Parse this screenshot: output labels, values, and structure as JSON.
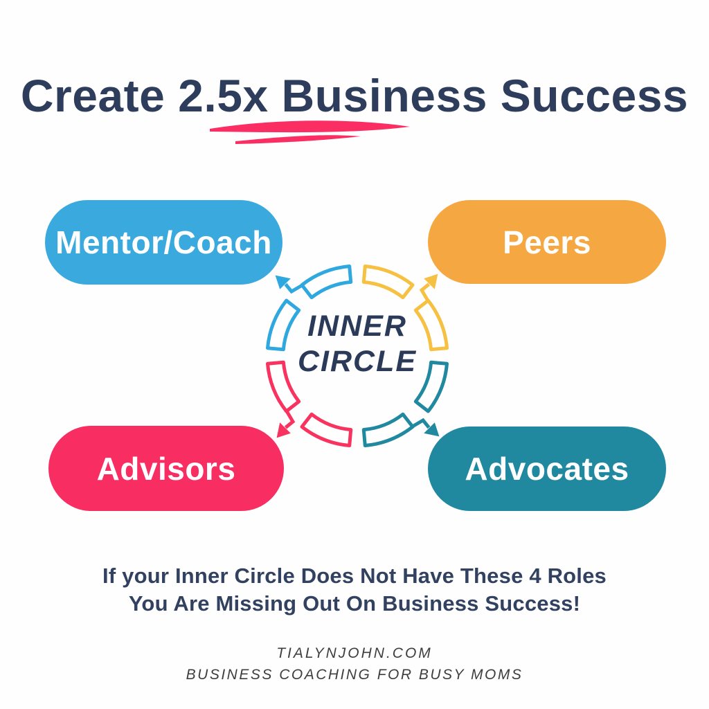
{
  "title": "Create 2.5x Business Success",
  "hub": {
    "line1": "INNER",
    "line2": "CIRCLE"
  },
  "roles": [
    {
      "label": "Mentor/Coach",
      "color": "#3AA9DE",
      "position": "top-left"
    },
    {
      "label": "Peers",
      "color": "#F5A841",
      "position": "top-right"
    },
    {
      "label": "Advisors",
      "color": "#F82E62",
      "position": "bottom-left"
    },
    {
      "label": "Advocates",
      "color": "#20889F",
      "position": "bottom-right"
    }
  ],
  "arc_arrows": {
    "icon": "circular-arrows-icon",
    "blue": "#2FA8DF",
    "yellow": "#F6C142",
    "teal": "#20889F",
    "pink": "#F8335F"
  },
  "underline": {
    "icon": "underline-swoosh",
    "color": "#FA2E63"
  },
  "tagline": {
    "line1": "If your Inner Circle Does Not Have These 4 Roles",
    "line2": "You Are Missing Out On Business Success!"
  },
  "footer": {
    "website": "TIALYNJOHN.COM",
    "subtitle": "BUSINESS COACHING FOR BUSY MOMS"
  },
  "colors": {
    "background": "#FEFEFE",
    "heading": "#2E3D5C",
    "hub_text": "#2B3A58",
    "tagline_text": "#31415F",
    "footer_text": "#3E3E3E",
    "pill_text": "#FFFFFF"
  }
}
